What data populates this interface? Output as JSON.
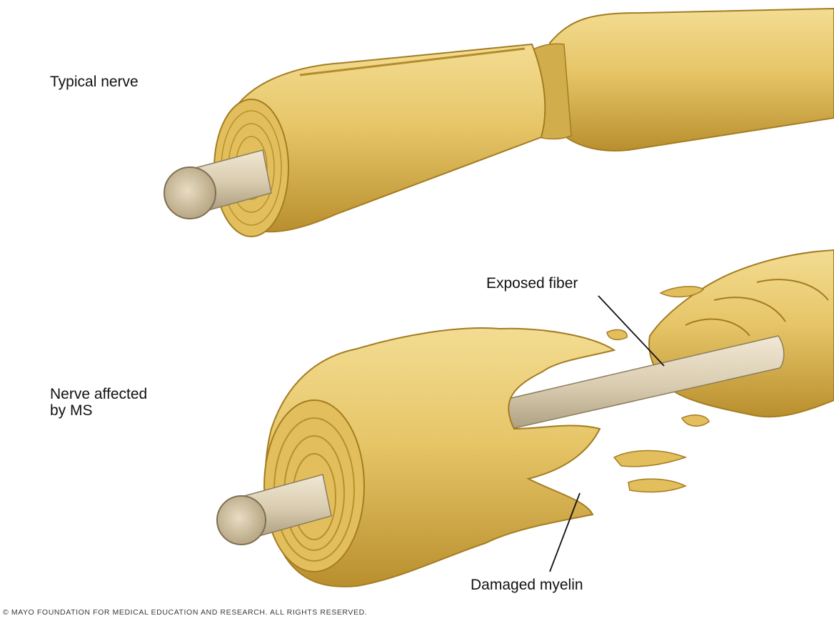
{
  "labels": {
    "typical_nerve": "Typical nerve",
    "nerve_ms": "Nerve affected\nby MS",
    "exposed_fiber": "Exposed fiber",
    "damaged_myelin": "Damaged myelin"
  },
  "credit": "© MAYO FOUNDATION FOR MEDICAL EDUCATION AND RESEARCH. ALL RIGHTS RESERVED.",
  "colors": {
    "myelin": "#e6c567",
    "myelin_dark": "#b8902c",
    "myelin_light": "#f5e3a0",
    "fiber": "#d9ccb0",
    "fiber_dark": "#a8997a",
    "leader_line": "#111111"
  }
}
